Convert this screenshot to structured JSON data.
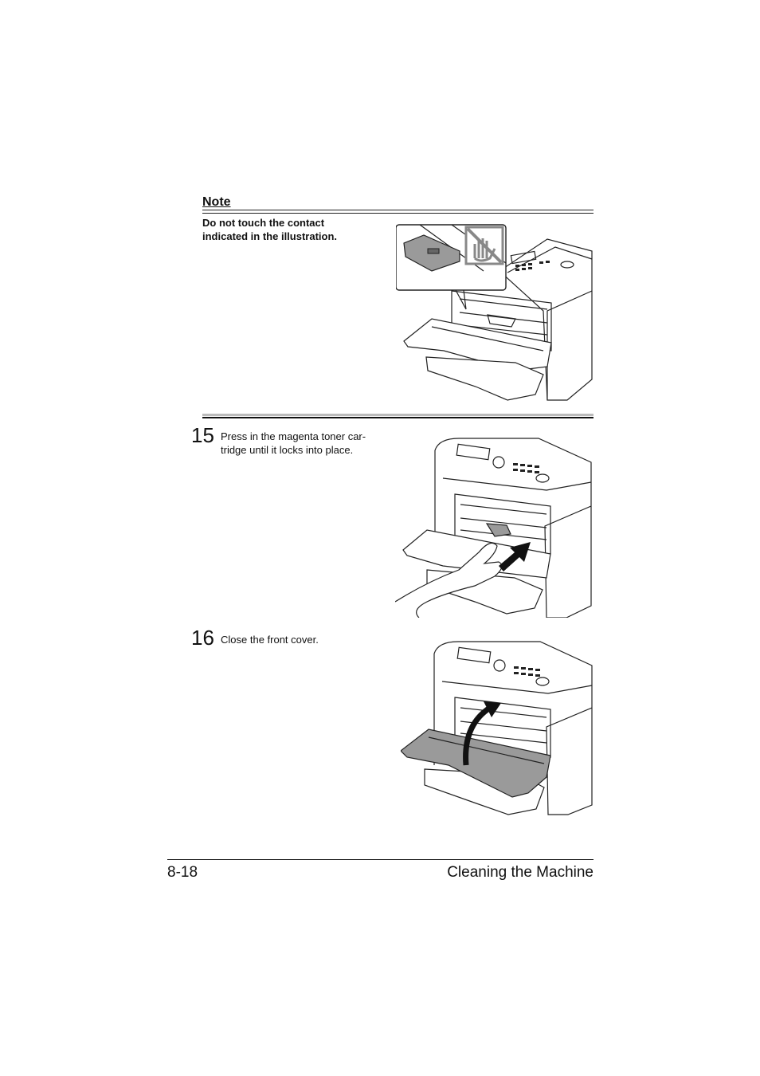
{
  "note": {
    "title": "Note",
    "text": "Do not touch the contact indicated in the illustration."
  },
  "steps": [
    {
      "number": "15",
      "text": "Press in the magenta toner car-tridge until it locks into place."
    },
    {
      "number": "16",
      "text": "Close the front cover."
    }
  ],
  "footer": {
    "page_number": "8-18",
    "section_title": "Cleaning the Machine"
  },
  "icons": {
    "no_touch": "no-touch-hand-icon",
    "arrow_push": "push-arrow-icon",
    "arrow_close": "close-arrow-icon"
  }
}
